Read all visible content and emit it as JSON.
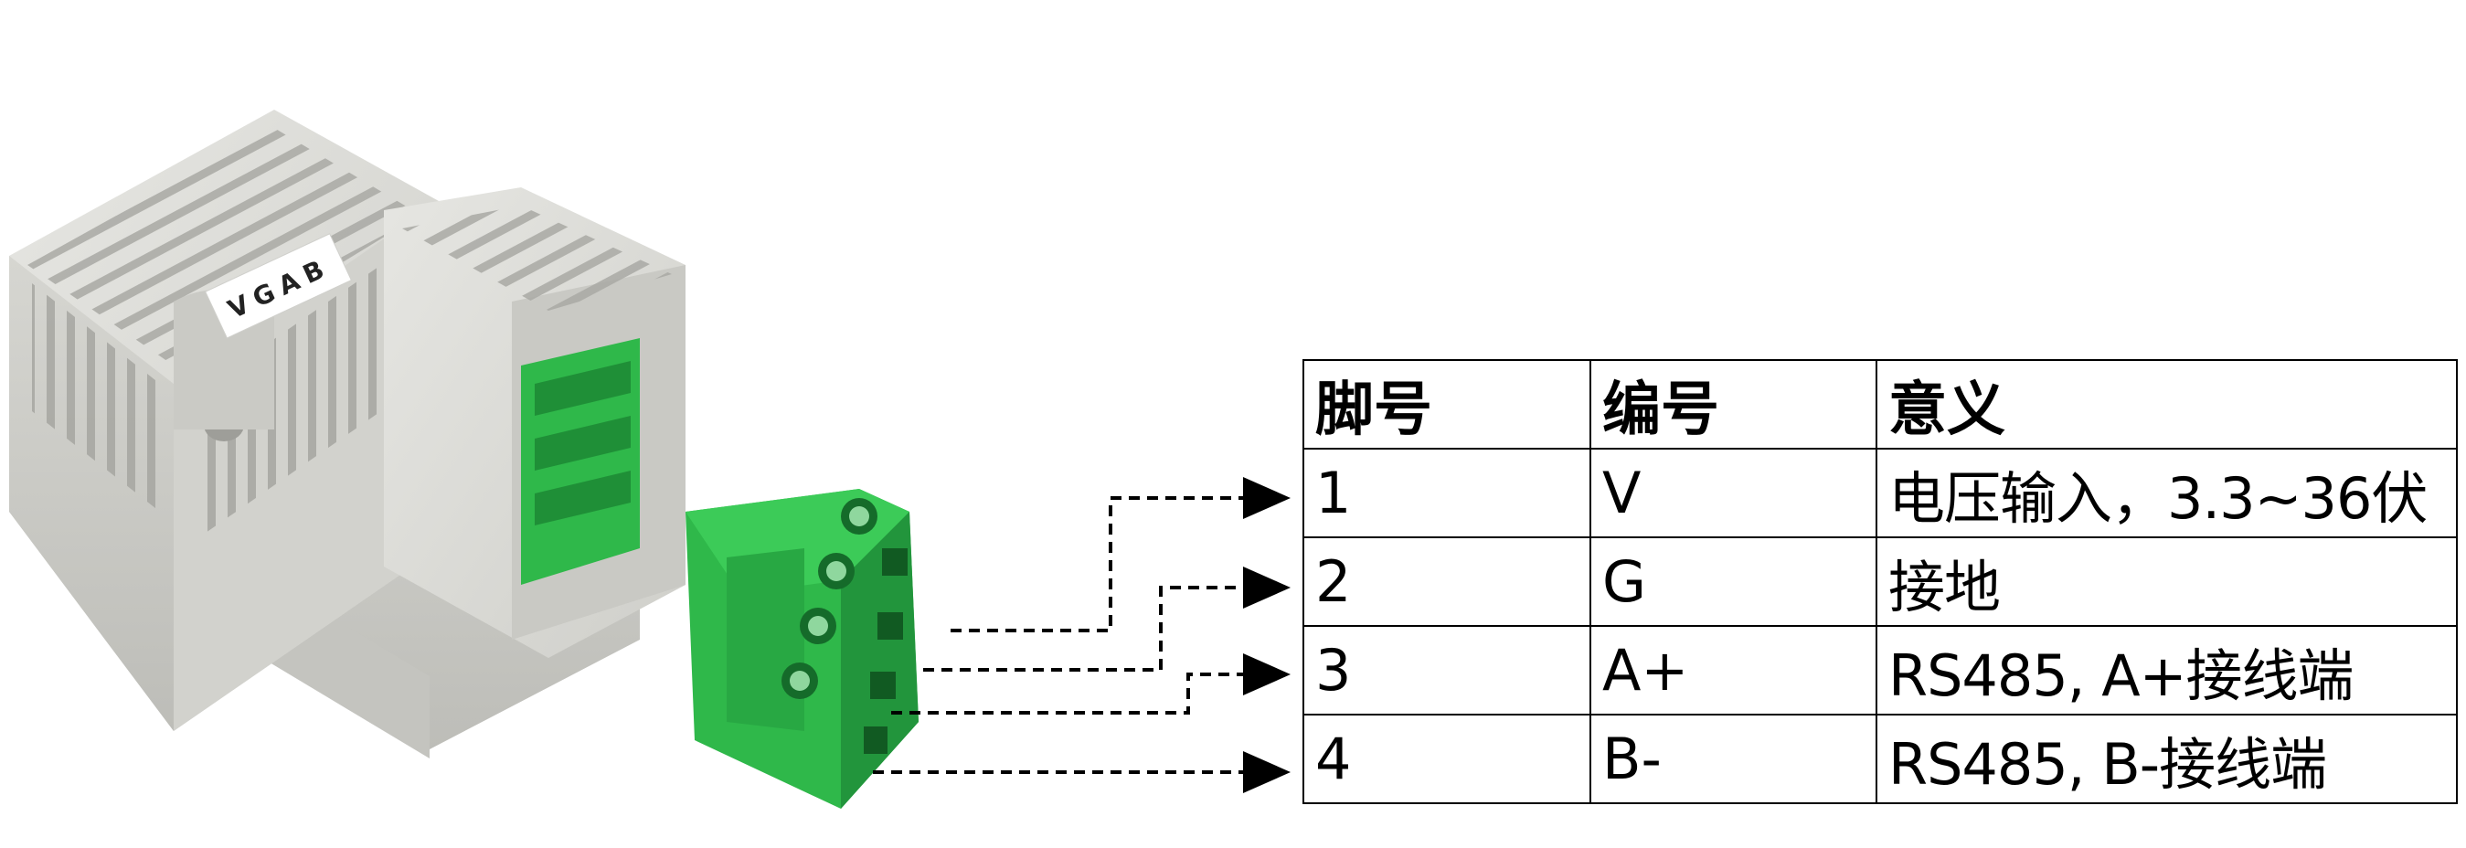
{
  "device": {
    "label": "VGAB"
  },
  "table": {
    "headers": [
      "脚号",
      "编号",
      "意义"
    ],
    "rows": [
      {
        "pin": "1",
        "code": "V",
        "meaning": "电压输入，3.3~36伏"
      },
      {
        "pin": "2",
        "code": "G",
        "meaning": "接地"
      },
      {
        "pin": "3",
        "code": "A+",
        "meaning": "RS485, A+接线端"
      },
      {
        "pin": "4",
        "code": "B-",
        "meaning": "RS485, B-接线端"
      }
    ]
  },
  "colors": {
    "housing": "#dcdcd8",
    "housing_shadow": "#b9b9b4",
    "terminal_green": "#2fb84a",
    "terminal_dark": "#1f8f37",
    "line": "#000000"
  }
}
